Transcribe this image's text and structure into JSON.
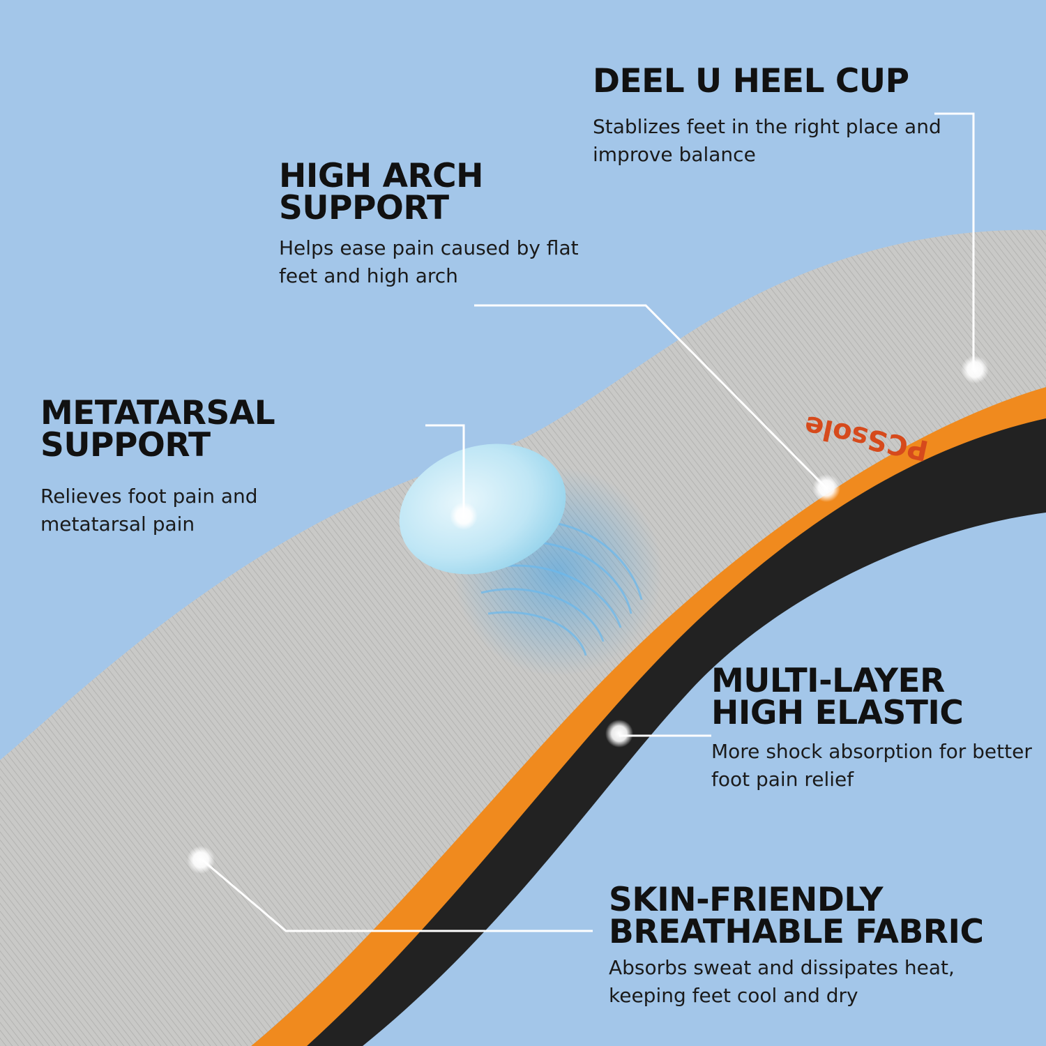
{
  "brand": {
    "logo_text": "PCSsole",
    "logo_color": "#d64a1c"
  },
  "colors": {
    "background": "#a3c6e9",
    "fabric": "#c9c9c7",
    "foam": "#f08a1e",
    "base": "#222222",
    "gel": "#bfe6f5",
    "callout_line": "#ffffff"
  },
  "features": [
    {
      "id": "heel",
      "title": "DEEL U HEEL CUP",
      "description": "Stablizes feet in the right place and improve balance"
    },
    {
      "id": "arch",
      "title": "HIGH ARCH SUPPORT",
      "description": "Helps ease pain caused by flat feet and high arch"
    },
    {
      "id": "meta",
      "title": "METATARSAL SUPPORT",
      "description": "Relieves foot pain and metatarsal pain"
    },
    {
      "id": "multi",
      "title": "MULTI-LAYER HIGH ELASTIC",
      "description": "More shock absorption for better foot pain relief"
    },
    {
      "id": "skin",
      "title": "SKIN-FRIENDLY BREATHABLE FABRIC",
      "description": "Absorbs sweat and dissipates heat, keeping feet cool and dry"
    }
  ]
}
